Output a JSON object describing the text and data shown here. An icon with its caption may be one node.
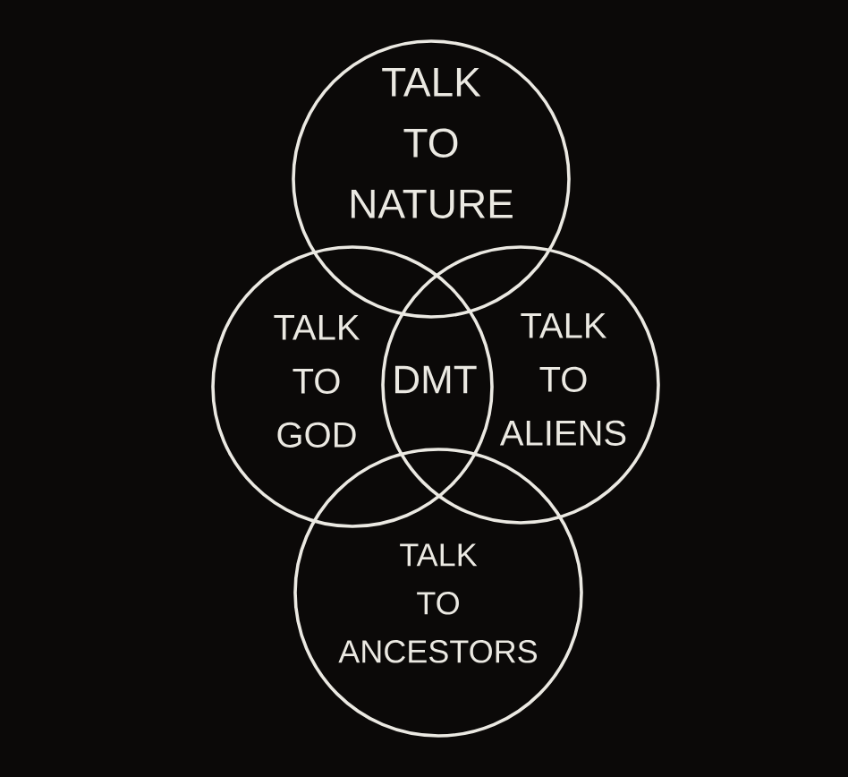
{
  "diagram": {
    "nodes": [
      {
        "text": [
          "TALK TO NATURE"
        ]
      },
      {
        "text": [
          "TALK TO GOD"
        ]
      },
      {
        "text": [
          "TALK TO ALIENS"
        ]
      },
      {
        "text": [
          "TALK TO ANCESTORS"
        ]
      }
    ],
    "labels": [
      "DMT"
    ]
  }
}
